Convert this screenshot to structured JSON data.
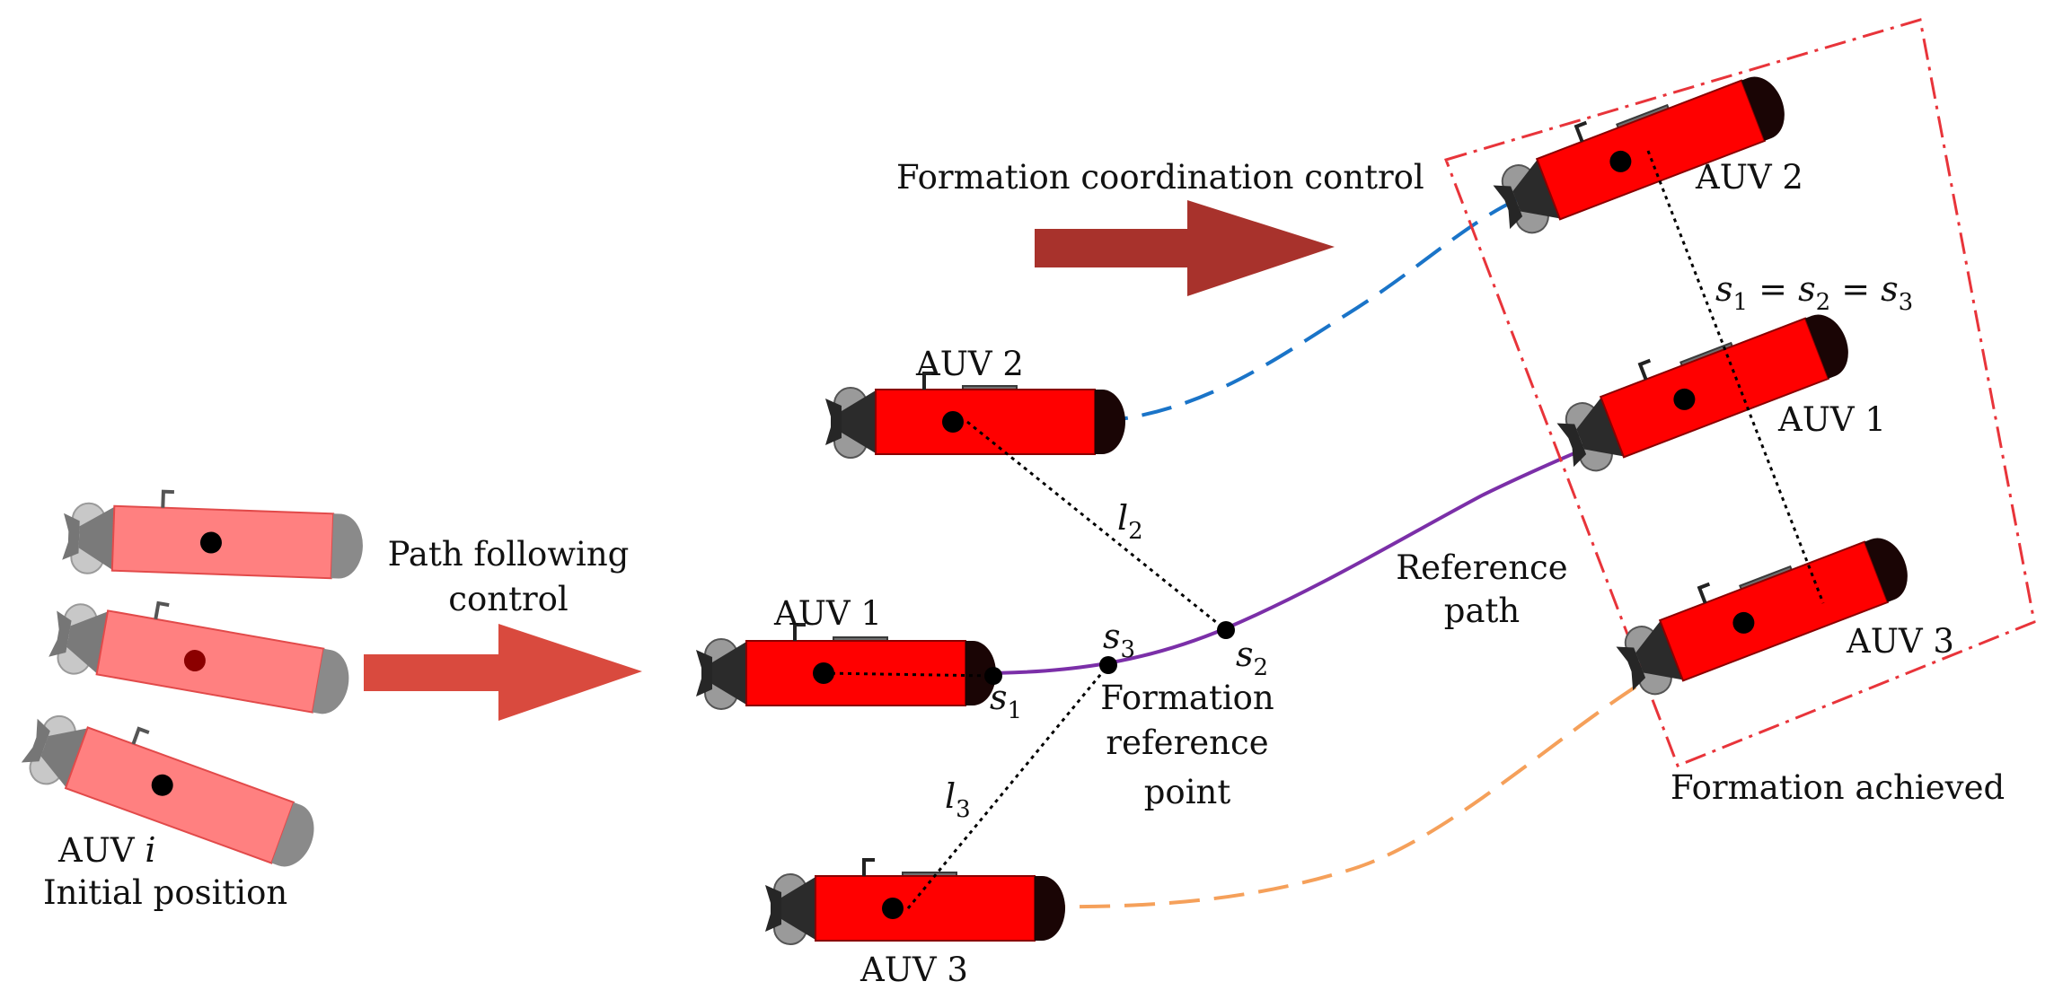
{
  "colors": {
    "auv_body": "#ff0000",
    "auv_body_faded": "#ff8080",
    "auv_nose": "#1a0505",
    "auv_tail": "#2b2b2b",
    "arrow_path_following": "#d94a3e",
    "arrow_formation": "#a8322c",
    "reference_path": "#7b2fa8",
    "auv2_trajectory": "#1a74c8",
    "auv3_trajectory": "#f5a05a",
    "formation_box": "#e8343a"
  },
  "labels": {
    "auv_i_prefix": "AUV ",
    "auv_i_var": "i",
    "initial_position": "Initial position",
    "path_following_line1": "Path following",
    "path_following_line2": "control",
    "formation_coordination": "Formation coordination control",
    "auv1": "AUV 1",
    "auv2": "AUV 2",
    "auv3": "AUV 3",
    "reference_path_line1": "Reference",
    "reference_path_line2": "path",
    "formation_ref_line1": "Formation",
    "formation_ref_line2": "reference",
    "formation_ref_line3": "point",
    "formation_achieved": "Formation achieved",
    "var_s": "s",
    "var_l": "l",
    "eq_sign": " = ",
    "sub_1": "1",
    "sub_2": "2",
    "sub_3": "3"
  }
}
